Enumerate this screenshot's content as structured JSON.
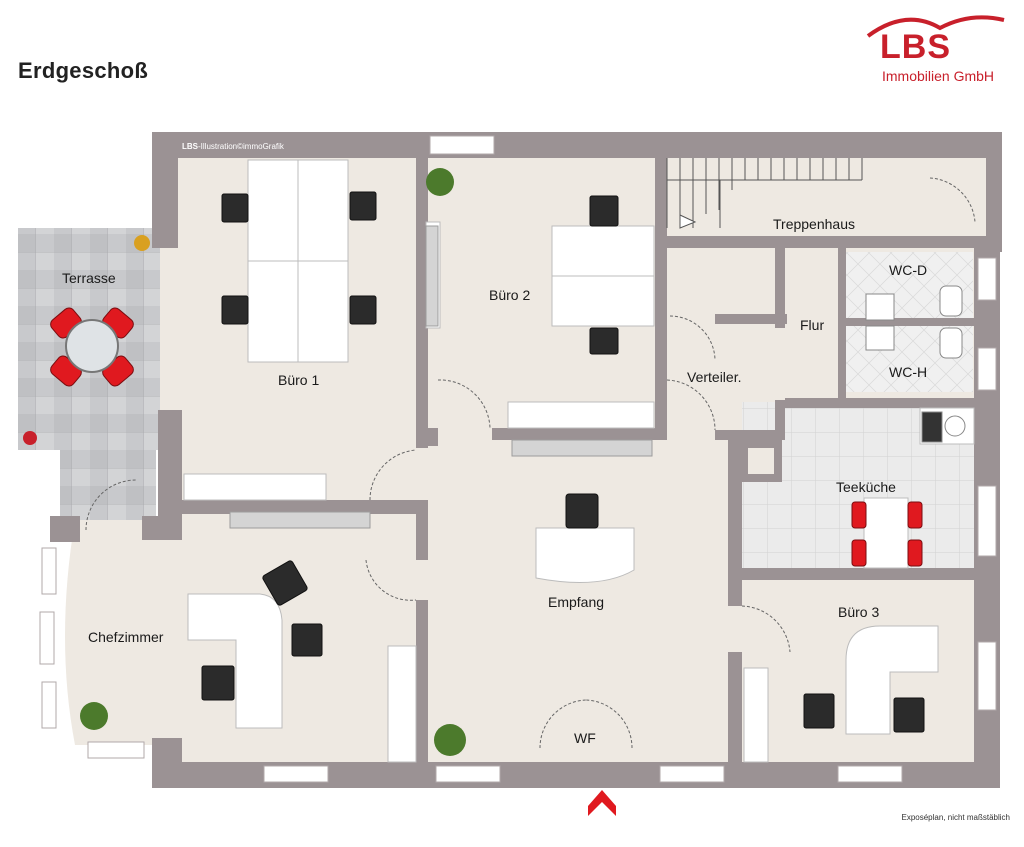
{
  "title": "Erdgeschoß",
  "logo": {
    "brand": "LBS",
    "subtitle": "Immobilien GmbH",
    "color": "#c8202b"
  },
  "credit": {
    "prefix": "LBS",
    "text": "-Illustration©immoGrafik"
  },
  "footer_note": "Exposéplan, nicht maßstäblich",
  "rooms": {
    "terrasse": "Terrasse",
    "buero1": "Büro 1",
    "buero2": "Büro 2",
    "treppenhaus": "Treppenhaus",
    "wc_d": "WC-D",
    "wc_h": "WC-H",
    "flur": "Flur",
    "verteiler": "Verteiler.",
    "teekueche": "Teeküche",
    "empfang": "Empfang",
    "chefzimmer": "Chefzimmer",
    "buero3": "Büro 3",
    "wf": "WF"
  },
  "colors": {
    "wall": "#9b9294",
    "floor": "#eee9e2",
    "tile": "#e6e6e6",
    "terrace": "#c9cacd",
    "window": "#ffffff",
    "chair": "#2b2b2b",
    "accent_red": "#e0191f",
    "plant": "#4c7a2c"
  }
}
